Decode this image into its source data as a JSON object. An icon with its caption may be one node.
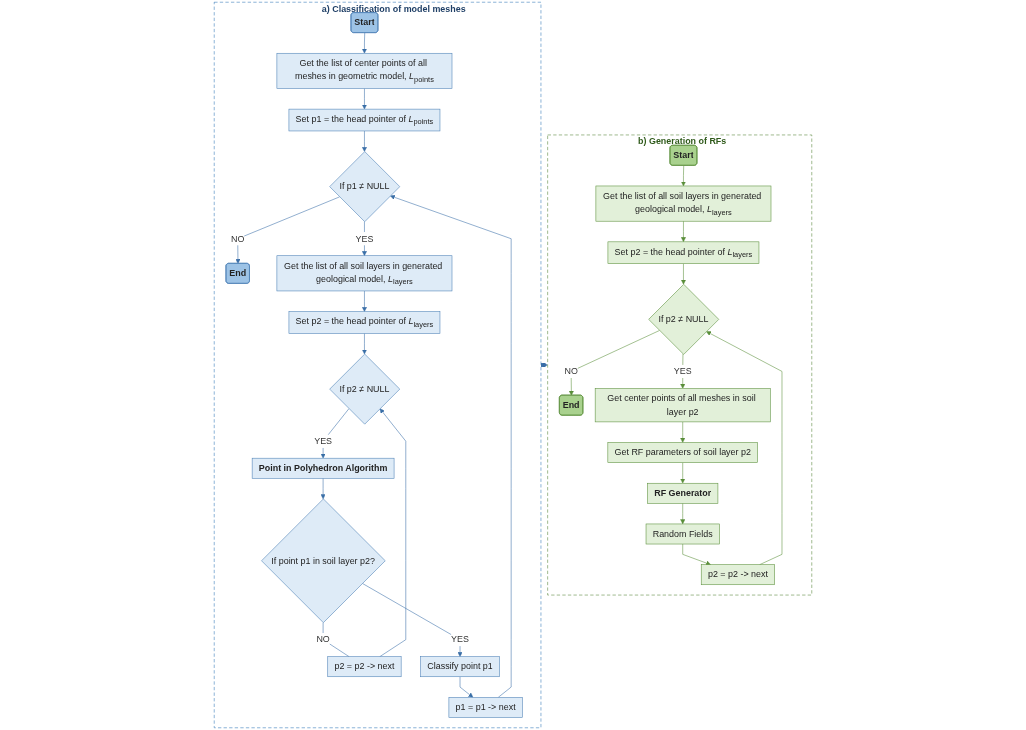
{
  "diagram": {
    "nodes": [
      {
        "text": [
          "a) Classification of model meshes"
        ]
      },
      {
        "text": [
          "Start"
        ],
        "in": 0
      },
      {
        "text": [
          "Get the list of center points of all meshes in geometric model, *L*$_{points}$"
        ],
        "in": 0
      },
      {
        "text": [
          "Set p1 = the head pointer of *L*$_{points}$"
        ],
        "in": 0
      },
      {
        "text": [
          "If p1 ≠ NULL"
        ],
        "in": 0
      },
      {
        "text": [
          "End"
        ],
        "in": 0
      },
      {
        "text": [
          "Get the list of all soil layers in generated geological model, *L*$_{layers}$"
        ],
        "in": 0
      },
      {
        "text": [
          "Set p2 = the head pointer of *L*$_{layers}$"
        ],
        "in": 0
      },
      {
        "text": [
          "If p2 ≠ NULL"
        ],
        "in": 0
      },
      {
        "text": [
          "Point in Polyhedron Algorithm"
        ],
        "in": 0
      },
      {
        "text": [
          "If point p1 in soil layer p2?"
        ],
        "in": 0
      },
      {
        "text": [
          "p2  = p2 -> next"
        ],
        "in": 0
      },
      {
        "text": [
          "Classify point p1"
        ],
        "in": 0
      },
      {
        "text": [
          "p1 = p1 -> next"
        ],
        "in": 0
      },
      {
        "text": [
          "b) Generation of RFs"
        ]
      },
      {
        "text": [
          "Start"
        ],
        "in": 14
      },
      {
        "text": [
          "Get the list of all soil layers in generated geological model, *L*$_{layers}$"
        ],
        "in": 14
      },
      {
        "text": [
          "Set p2 = the head pointer of *L*$_{layers}$"
        ],
        "in": 14
      },
      {
        "text": [
          "If p2 ≠ NULL"
        ],
        "in": 14
      },
      {
        "text": [
          "End"
        ],
        "in": 14
      },
      {
        "text": [
          "Get center points of all meshes in soil layer p2"
        ],
        "in": 14
      },
      {
        "text": [
          "Get RF parameters of soil layer p2"
        ],
        "in": 14
      },
      {
        "text": [
          "RF Generator"
        ],
        "in": 14
      },
      {
        "text": [
          "Random Fields"
        ],
        "in": 14
      },
      {
        "text": [
          "p2  = p2 -> next"
        ],
        "in": 14
      }
    ],
    "edges": [
      {
        "from": 1,
        "to": 2,
        "arrow": "to"
      },
      {
        "from": 2,
        "to": 3,
        "arrow": "to"
      },
      {
        "from": 3,
        "to": 4,
        "arrow": "to"
      },
      {
        "from": 4,
        "to": 5,
        "arrow": "to",
        "label": "NO"
      },
      {
        "from": 4,
        "to": 6,
        "arrow": "to",
        "label": "YES"
      },
      {
        "from": 6,
        "to": 7,
        "arrow": "to"
      },
      {
        "from": 7,
        "to": 8,
        "arrow": "to"
      },
      {
        "from": 8,
        "to": 9,
        "arrow": "to",
        "label": "YES"
      },
      {
        "from": 9,
        "to": 10,
        "arrow": "to"
      },
      {
        "from": 10,
        "to": 11,
        "arrow": "none",
        "label": "NO"
      },
      {
        "from": 11,
        "to": 8,
        "arrow": "to"
      },
      {
        "from": 10,
        "to": 12,
        "arrow": "to",
        "label": "YES"
      },
      {
        "from": 12,
        "to": 13,
        "arrow": "to"
      },
      {
        "from": 13,
        "to": 4,
        "arrow": "to"
      },
      {
        "from": 0,
        "to": 14,
        "arrow": "to",
        "style": "thick"
      },
      {
        "from": 15,
        "to": 16,
        "arrow": "to",
        "color": "#5a8f3a"
      },
      {
        "from": 16,
        "to": 17,
        "arrow": "to",
        "color": "#5a8f3a"
      },
      {
        "from": 17,
        "to": 18,
        "arrow": "to",
        "color": "#5a8f3a"
      },
      {
        "from": 18,
        "to": 19,
        "arrow": "to",
        "label": "NO",
        "color": "#5a8f3a"
      },
      {
        "from": 18,
        "to": 20,
        "arrow": "to",
        "label": "YES",
        "color": "#5a8f3a"
      },
      {
        "from": 20,
        "to": 21,
        "arrow": "to",
        "color": "#5a8f3a"
      },
      {
        "from": 21,
        "to": 22,
        "arrow": "to",
        "color": "#5a8f3a"
      },
      {
        "from": 22,
        "to": 23,
        "arrow": "to",
        "color": "#5a8f3a"
      },
      {
        "from": 23,
        "to": 24,
        "arrow": "to",
        "color": "#5a8f3a"
      },
      {
        "from": 24,
        "to": 18,
        "arrow": "to",
        "color": "#5a8f3a"
      }
    ]
  }
}
